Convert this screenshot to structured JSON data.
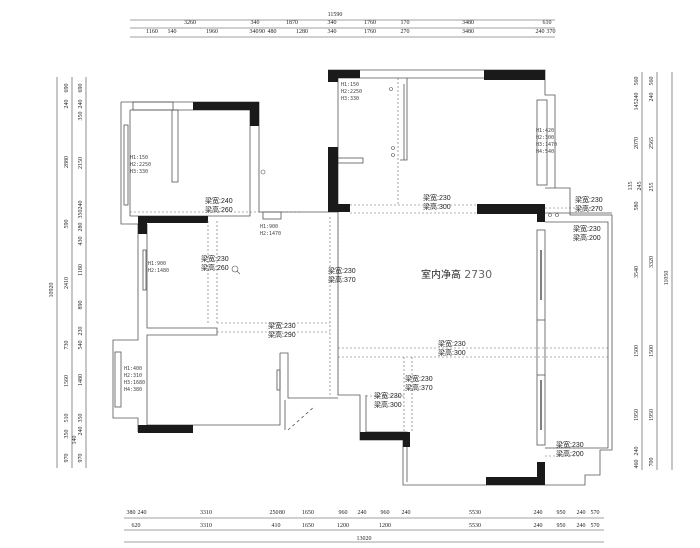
{
  "ceiling_label": "室内净高",
  "ceiling_value": "2730",
  "dims_top": {
    "total": "11590",
    "row2": [
      "3260",
      "340",
      "1870",
      "340",
      "1760",
      "170",
      "3480",
      "610"
    ],
    "row3": [
      "1160",
      "140",
      "1960",
      "340",
      "90",
      "480",
      "1280",
      "340",
      "1760",
      "270",
      "3480",
      "240",
      "370"
    ]
  },
  "dims_bottom": {
    "row1": [
      "380",
      "240",
      "3310",
      "250",
      "80",
      "1650",
      "960",
      "240",
      "960",
      "240",
      "5530",
      "240",
      "950",
      "240",
      "570"
    ],
    "row2": [
      "620",
      "3310",
      "410",
      "1650",
      "1200",
      "1200",
      "5530",
      "240",
      "950",
      "240",
      "570"
    ],
    "total": "13020"
  },
  "dims_left": {
    "total": "10920",
    "col1": [
      "690",
      "240",
      "2880",
      "590",
      "2410",
      "730",
      "1560",
      "510",
      "350",
      "970"
    ],
    "col2": [
      "690",
      "240",
      "350",
      "2150",
      "240",
      "350",
      "280",
      "430",
      "1180",
      "890",
      "230",
      "540",
      "1480",
      "350",
      "240",
      "140",
      "970"
    ]
  },
  "dims_right": {
    "col1": [
      "560",
      "240",
      "145",
      "2070",
      "135",
      "245",
      "580",
      "3540",
      "1500",
      "1950",
      "240",
      "460"
    ],
    "col2": [
      "560",
      "240",
      "2565",
      "255",
      "3320",
      "1500",
      "1950",
      "700"
    ],
    "total": "11050"
  },
  "windows": [
    {
      "lines": [
        "H1:150",
        "H2:2250",
        "H3:330"
      ]
    },
    {
      "lines": [
        "H1:900",
        "H2:1470"
      ]
    },
    {
      "lines": [
        "H1:150",
        "H2:2250",
        "H3:330"
      ]
    },
    {
      "lines": [
        "H1:420",
        "H2:300",
        "H3:1470",
        "H4:540"
      ]
    },
    {
      "lines": [
        "H1:900",
        "H2:1480"
      ]
    },
    {
      "lines": [
        "H1:400",
        "H2:310",
        "H3:1680",
        "H4:380"
      ]
    }
  ],
  "beams": [
    {
      "w": "梁宽:240",
      "h": "梁高:260"
    },
    {
      "w": "梁宽:230",
      "h": "梁高:300"
    },
    {
      "w": "梁宽:230",
      "h": "梁高:270"
    },
    {
      "w": "梁宽:230",
      "h": "梁高:200"
    },
    {
      "w": "梁宽:230",
      "h": "梁高:260"
    },
    {
      "w": "梁宽:230",
      "h": "梁高:370"
    },
    {
      "w": "梁宽:230",
      "h": "梁高:290"
    },
    {
      "w": "梁宽:230",
      "h": "梁高:300"
    },
    {
      "w": "梁宽:230",
      "h": "梁高:370"
    },
    {
      "w": "梁宽:230",
      "h": "梁高:300"
    },
    {
      "w": "梁宽:230",
      "h": "梁高:200"
    }
  ],
  "colors": {
    "wall_fill": "#1a1a1a",
    "line": "#555555",
    "beam_dash": "#666666"
  }
}
